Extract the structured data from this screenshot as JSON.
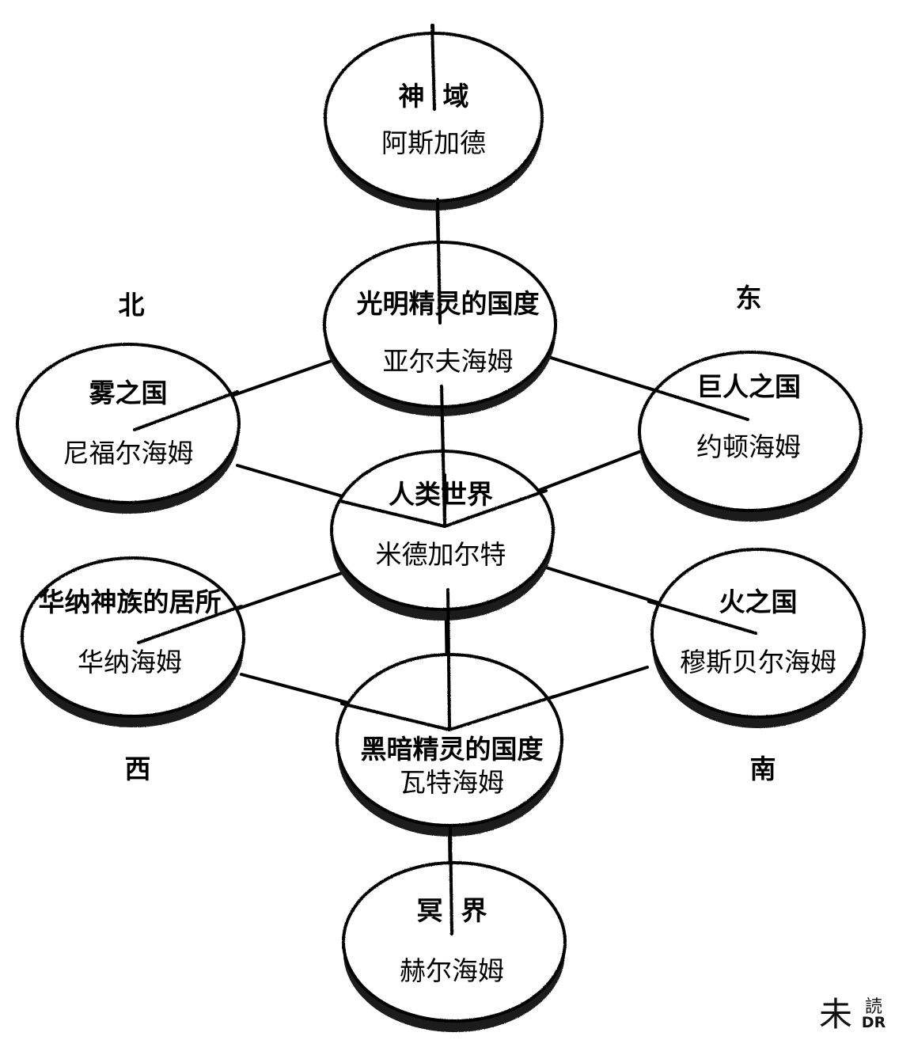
{
  "realms": {
    "asgard": {
      "title": "神  域",
      "name": "阿斯加德"
    },
    "alfheim": {
      "title": "光明精灵的国度",
      "name": "亚尔夫海姆"
    },
    "niflheim": {
      "title": "雾之国",
      "name": "尼福尔海姆"
    },
    "jotunheim": {
      "title": "巨人之国",
      "name": "约顿海姆"
    },
    "midgard": {
      "title": "人类世界",
      "name": "米德加尔特"
    },
    "vanaheim": {
      "title": "华纳神族的居所",
      "name": "华纳海姆"
    },
    "muspelheim": {
      "title": "火之国",
      "name": "穆斯贝尔海姆"
    },
    "svartalfheim": {
      "title": "黑暗精灵的国度",
      "name": "瓦特海姆"
    },
    "hel": {
      "title": "冥  界",
      "name": "赫尔海姆"
    }
  },
  "directions": {
    "north": "北",
    "east": "东",
    "west": "西",
    "south": "南"
  },
  "watermark": {
    "glyph": "未",
    "glyph2": "読",
    "letters": "DR"
  }
}
